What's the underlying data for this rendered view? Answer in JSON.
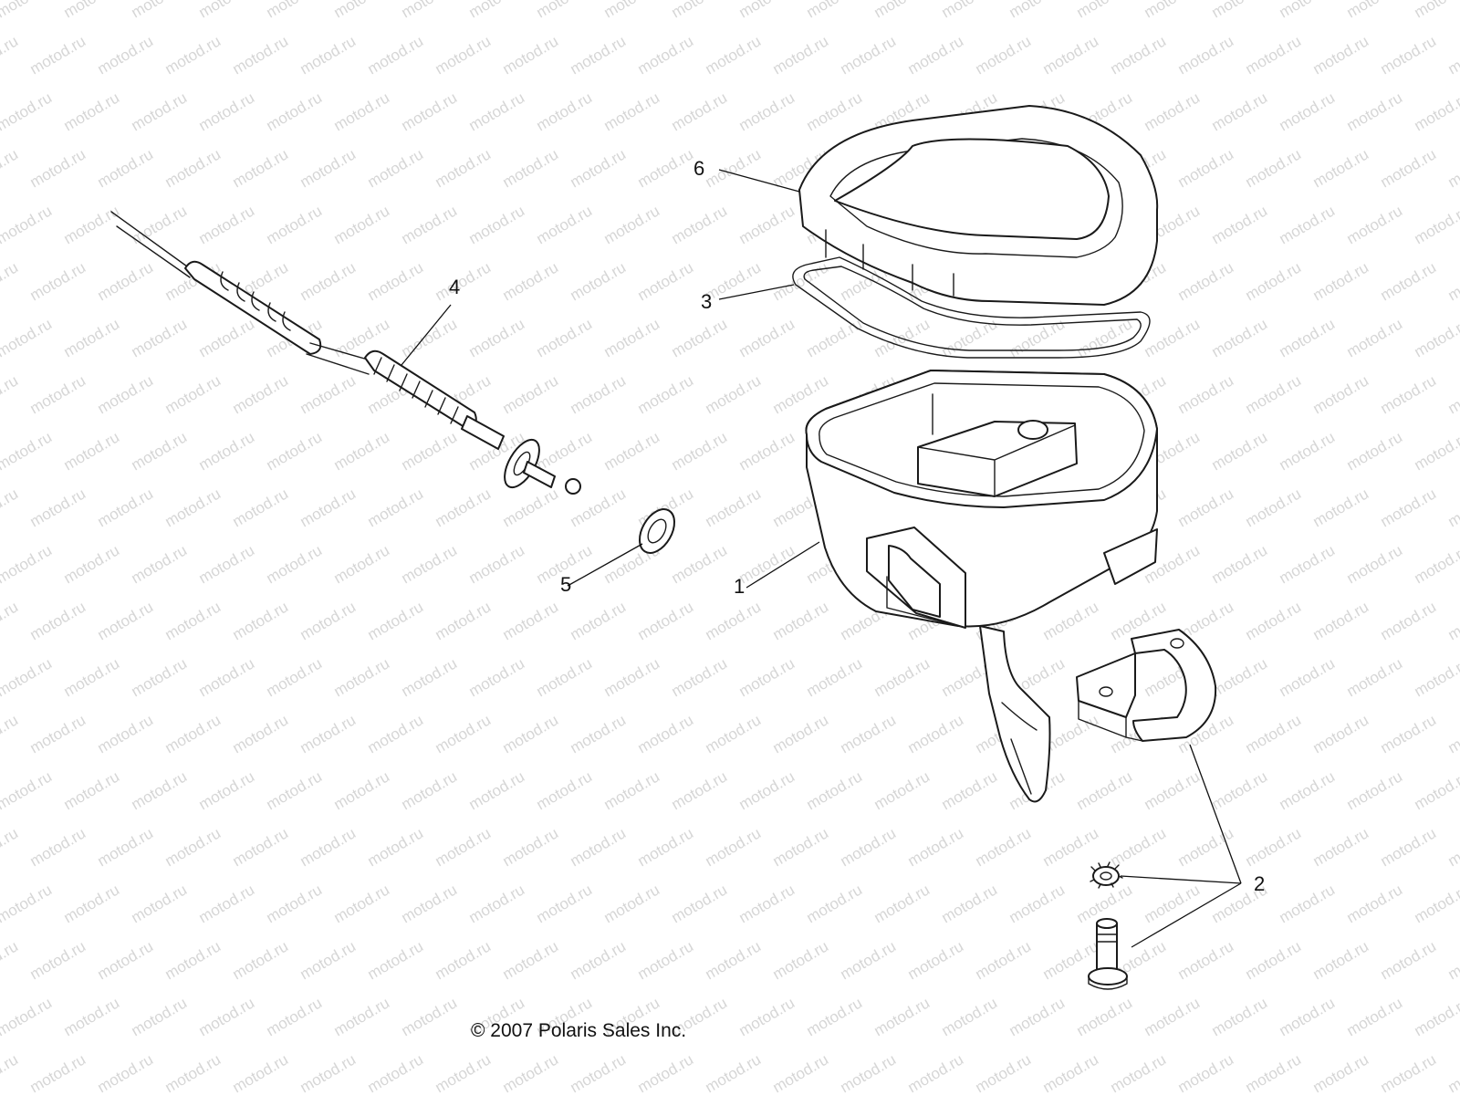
{
  "diagram": {
    "watermark_text": "motod.ru",
    "copyright": "© 2007 Polaris Sales Inc.",
    "callouts": {
      "c1": "1",
      "c2": "2",
      "c3": "3",
      "c4": "4",
      "c5": "5",
      "c6": "6"
    },
    "colors": {
      "line": "#1a1a1a",
      "watermark": "#d6d6d6",
      "background": "#ffffff"
    }
  }
}
